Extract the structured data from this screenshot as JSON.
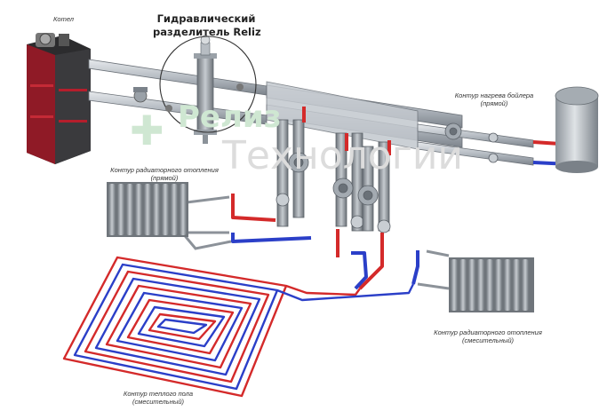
{
  "diagram": {
    "title_line1": "Гидравлический",
    "title_line2": "разделитель Reliz",
    "boiler_label": "Котел",
    "boiler_heating_line1": "Контур нагрева бойлера",
    "boiler_heating_line2": "(прямой)",
    "radiator_direct_line1": "Контур радиаторного отопления",
    "radiator_direct_line2": "(прямой)",
    "radiator_mixing_line1": "Контур радиаторного отопления",
    "radiator_mixing_line2": "(смесительный)",
    "floor_line1": "Контур теплого пола",
    "floor_line2": "(смесительный)",
    "watermark_line1": "Релиз",
    "watermark_line2": "Технологии"
  },
  "colors": {
    "supply": "#d42a2a",
    "return": "#2b3fc8",
    "pipe": "#b9bfc6",
    "boiler_red": "#b51e2c",
    "watermark": "#cfe7d2"
  }
}
